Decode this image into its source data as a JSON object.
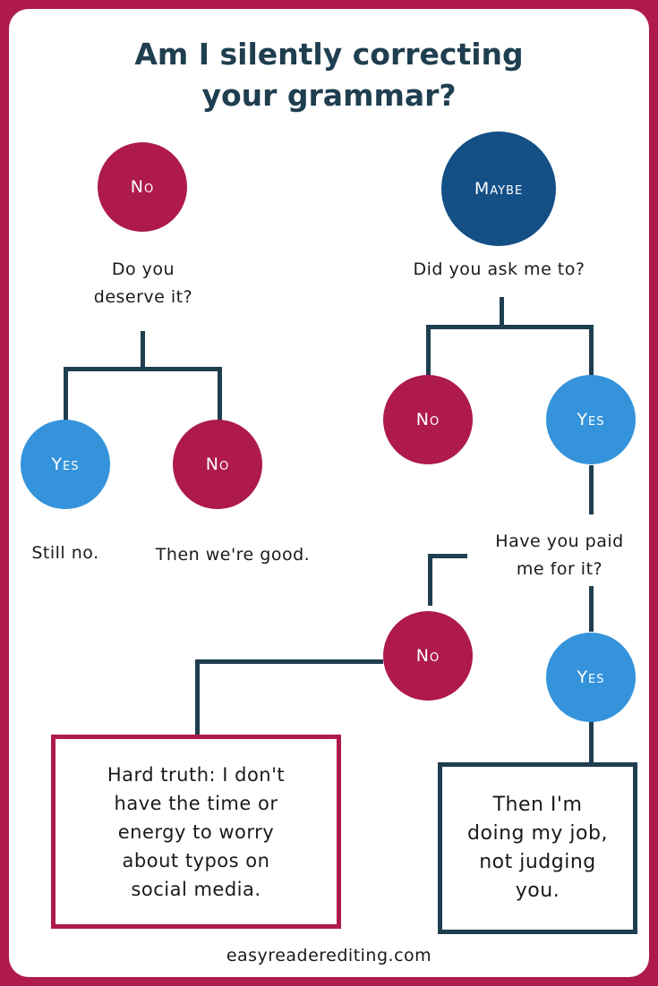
{
  "title": {
    "line1": "Am I silently correcting",
    "line2": "your grammar?"
  },
  "colors": {
    "crimson": "#ae1a4b",
    "blue": "#3493db",
    "navy": "#144f86",
    "ink": "#1f3e4f"
  },
  "left_branch": {
    "answer": "No",
    "question": {
      "line1": "Do you",
      "line2": "deserve it?"
    },
    "yes_label": "Yes",
    "no_label": "No",
    "yes_result": "Still no.",
    "no_result": "Then we're good."
  },
  "right_branch": {
    "answer": "Maybe",
    "question": "Did you ask me to?",
    "no_label": "No",
    "yes_label": "Yes",
    "question2": {
      "line1": "Have you paid",
      "line2": "me for it?"
    },
    "no2_label": "No",
    "yes2_label": "Yes",
    "no2_result": {
      "line1": "Hard truth: I don't",
      "line2": "have the time or",
      "line3": "energy to worry",
      "line4": "about typos on",
      "line5": "social media."
    },
    "yes2_result": {
      "line1": "Then I'm",
      "line2": "doing my job,",
      "line3": "not judging",
      "line4": "you."
    }
  },
  "footer": "easyreaderediting.com"
}
